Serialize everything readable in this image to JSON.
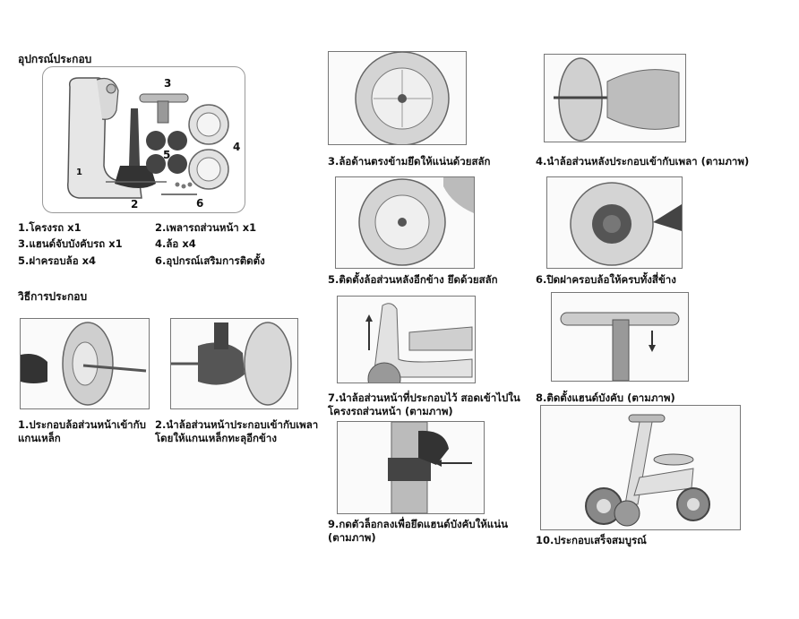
{
  "parts_section": {
    "title": "อุปกรณ์ประกอบ",
    "callouts": [
      "1",
      "2",
      "3",
      "4",
      "5",
      "6"
    ],
    "items": [
      "1.โครงรถ x1",
      "2.เพลารถส่วนหน้า x1",
      "3.แฮนด์จับบังคับรถ x1",
      "4.ล้อ x4",
      "5.ฝาครอบล้อ x4",
      "6.อุปกรณ์เสริมการติดตั้ง"
    ]
  },
  "method_title": "วิธีการประกอบ",
  "steps": [
    "1.ประกอบล้อส่วนหน้าเข้ากับแกนเหล็ก",
    "2.นำล้อส่วนหน้าประกอบเข้ากับเพลา โดยให้แกนเหล็กทะลุอีกข้าง",
    "3.ล้อด้านตรงข้ามยึดให้แน่นด้วยสลัก",
    "4.นำล้อส่วนหลังประกอบเข้ากับเพลา (ตามภาพ)",
    "5.ติดตั้งล้อส่วนหลังอีกข้าง ยึดด้วยสลัก",
    "6.ปิดฝาครอบล้อให้ครบทั้งสี่ข้าง",
    "7.นำล้อส่วนหน้าที่ประกอบไว้ สอดเข้าไปในโครงรถส่วนหน้า (ตามภาพ)",
    "8.ติดตั้งแฮนด์บังคับ (ตามภาพ)",
    "9.กดตัวล็อกลงเพื่อยึดแฮนด์บังคับให้แน่น (ตามภาพ)",
    "10.ประกอบเสร็จสมบูรณ์"
  ],
  "colors": {
    "text": "#111111",
    "frame": "#777777",
    "wheel": "#c8c8c8",
    "dark": "#555555"
  }
}
